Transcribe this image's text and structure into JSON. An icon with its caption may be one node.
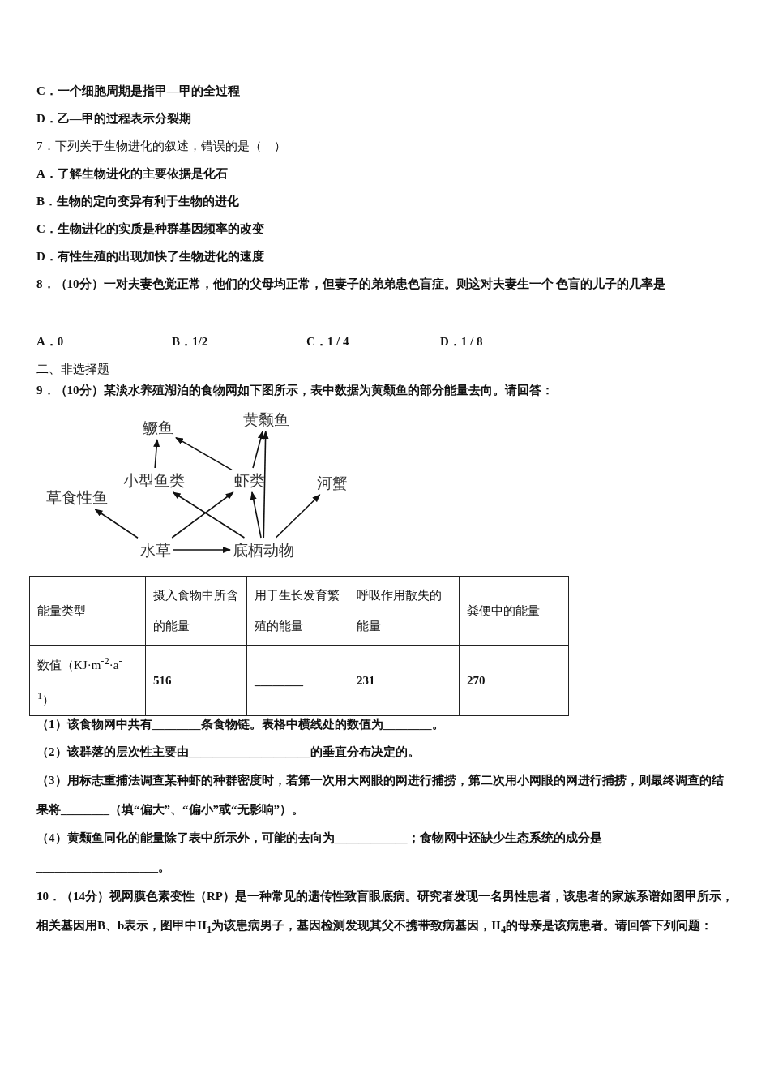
{
  "diagram": {
    "nodes": [
      {
        "text": [
          "鳜鱼"
        ]
      },
      {
        "text": [
          "黄颡鱼"
        ]
      },
      {
        "text": [
          "小型鱼类"
        ]
      },
      {
        "text": [
          "虾类"
        ]
      },
      {
        "text": [
          "河蟹"
        ]
      },
      {
        "text": [
          "草食性鱼"
        ]
      },
      {
        "text": [
          "水草"
        ]
      },
      {
        "text": [
          "底栖动物"
        ]
      }
    ],
    "edges": [
      {
        "from": 6,
        "to": 5,
        "arrow": "to"
      },
      {
        "from": 6,
        "to": 3,
        "arrow": "to"
      },
      {
        "from": 6,
        "to": 7,
        "arrow": "to"
      },
      {
        "from": 7,
        "to": 2,
        "arrow": "to"
      },
      {
        "from": 7,
        "to": 3,
        "arrow": "to"
      },
      {
        "from": 7,
        "to": 1,
        "arrow": "to"
      },
      {
        "from": 7,
        "to": 4,
        "arrow": "to"
      },
      {
        "from": 2,
        "to": 0,
        "arrow": "to"
      },
      {
        "from": 3,
        "to": 0,
        "arrow": "to"
      },
      {
        "from": 3,
        "to": 1,
        "arrow": "to"
      }
    ],
    "labels": [
      "C．一个细胞周期是指甲—甲的全过程",
      "D．乙—甲的过程表示分裂期",
      "7．下列关于生物进化的叙述，错误的是（　）",
      "A．了解生物进化的主要依据是化石",
      "B．生物的定向变异有利于生物的进化",
      "C．生物进化的实质是种群基因频率的改变",
      "D．有性生殖的出现加快了生物进化的速度",
      "8．（10分）一对夫妻色觉正常，他们的父母均正常，但妻子的弟弟患色盲症。则这对夫妻生一个 色盲的儿子的几率是",
      "A．0",
      "B．1/2",
      "C．1 / 4",
      "D．1 / 8",
      "二、非选择题",
      "9．（10分）某淡水养殖湖泊的食物网如下图所示，表中数据为黄颡鱼的部分能量去向。请回答：",
      "能量类型",
      "摄入食物中所含的能量",
      "用于生长发育繁殖的能量",
      "呼吸作用散失的能量",
      "粪便中的能量",
      "数值（KJ·m$^{-2}$·a$^{-1}$）",
      "516",
      "________",
      "231",
      "270",
      "（1）该食物网中共有________条食物链。表格中横线处的数值为________。",
      "（2）该群落的层次性主要由____________________的垂直分布决定的。",
      "（3）用标志重捕法调查某种虾的种群密度时，若第一次用大网眼的网进行捕捞，第二次用小网眼的网进行捕捞，则最终调查的结果将________（填“偏大”、“偏小”或“无影响”）。",
      "（4）黄颡鱼同化的能量除了表中所示外，可能的去向为____________；食物网中还缺少生态系统的成分是____________________。",
      "10．（14分）视网膜色素变性（RP）是一种常见的遗传性致盲眼底病。研究者发现一名男性患者，该患者的家族系谱如图甲所示，相关基因用B、b表示，图甲中II$_{1}$为该患病男子，基因检测发现其父不携带致病基因，II$_{4}$的母亲是该病患者。请回答下列问题："
    ]
  }
}
